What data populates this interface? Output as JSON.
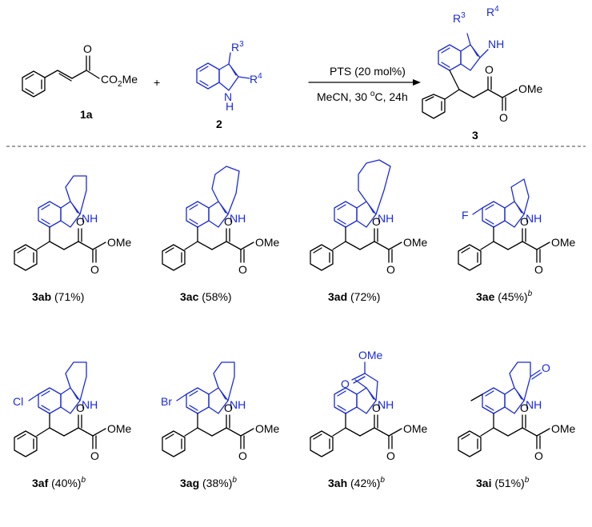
{
  "reaction": {
    "reagent_1": "1a",
    "reagent_2": "2",
    "product": "3",
    "plus": "+",
    "condition_line1": "PTS (20 mol%)",
    "condition_line2_pre": "MeCN, 30 ",
    "condition_line2_sup": "o",
    "condition_line2_post": "C, 24h",
    "substituent_R3": "R",
    "substituent_R3_sup": "3",
    "substituent_R4": "R",
    "substituent_R4_sup": "4",
    "ester_label": "CO",
    "ester_sub": "2",
    "ester_tail": "Me"
  },
  "atom_labels": {
    "NH": "NH",
    "H": "H",
    "N": "N",
    "O": "O",
    "OMe": "OMe",
    "F": "F",
    "Cl": "Cl",
    "Br": "Br"
  },
  "products": [
    {
      "id": "3ab",
      "yield": "(71%)",
      "note": ""
    },
    {
      "id": "3ac",
      "yield": "(58%)",
      "note": ""
    },
    {
      "id": "3ad",
      "yield": "(72%)",
      "note": ""
    },
    {
      "id": "3ae",
      "yield": "(45%)",
      "note": "b"
    },
    {
      "id": "3af",
      "yield": "(40%)",
      "note": "b"
    },
    {
      "id": "3ag",
      "yield": "(38%)",
      "note": "b"
    },
    {
      "id": "3ah",
      "yield": "(42%)",
      "note": "b"
    },
    {
      "id": "3ai",
      "yield": "(51%)",
      "note": "b"
    }
  ]
}
